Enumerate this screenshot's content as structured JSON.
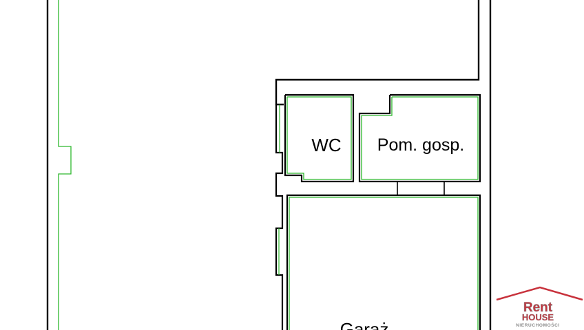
{
  "floor_plan": {
    "rooms": [
      {
        "id": "wc",
        "label": "WC"
      },
      {
        "id": "pom-gosp",
        "label": "Pom. gosp."
      },
      {
        "id": "garaz",
        "label": "Garaż"
      }
    ]
  },
  "logo": {
    "line1": "Rent",
    "line2": "HOUSE",
    "tagline": "NIERUCHOMOŚCI"
  },
  "colors": {
    "wall": "#000000",
    "wall_inner": "#2db82d",
    "logo_red": "#c8323c",
    "logo_dark": "#8a8a8a"
  }
}
